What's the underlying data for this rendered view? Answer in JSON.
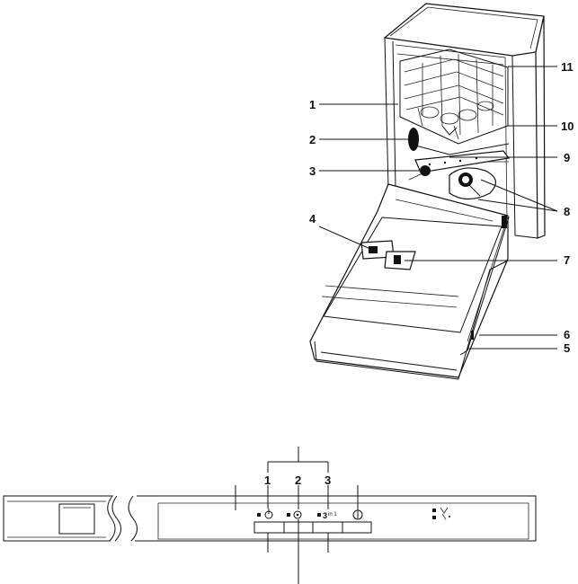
{
  "dishwasher_callouts": [
    {
      "id": "c1",
      "text": "1"
    },
    {
      "id": "c2",
      "text": "2"
    },
    {
      "id": "c3",
      "text": "3"
    },
    {
      "id": "c4",
      "text": "4"
    },
    {
      "id": "c5",
      "text": "5"
    },
    {
      "id": "c6",
      "text": "6"
    },
    {
      "id": "c7",
      "text": "7"
    },
    {
      "id": "c8",
      "text": "8"
    },
    {
      "id": "c9",
      "text": "9"
    },
    {
      "id": "c10",
      "text": "10"
    },
    {
      "id": "c11",
      "text": "11"
    }
  ],
  "panel_callouts": {
    "p1": "1",
    "p2": "2",
    "p3": "3"
  },
  "panel_glyphs": {
    "in1": "in 1"
  },
  "icons": [
    "dishwasher-outline-icon",
    "power-button-icon",
    "wash-program-icon",
    "rinse-aid-indicator-icon",
    "salt-indicator-icon"
  ]
}
